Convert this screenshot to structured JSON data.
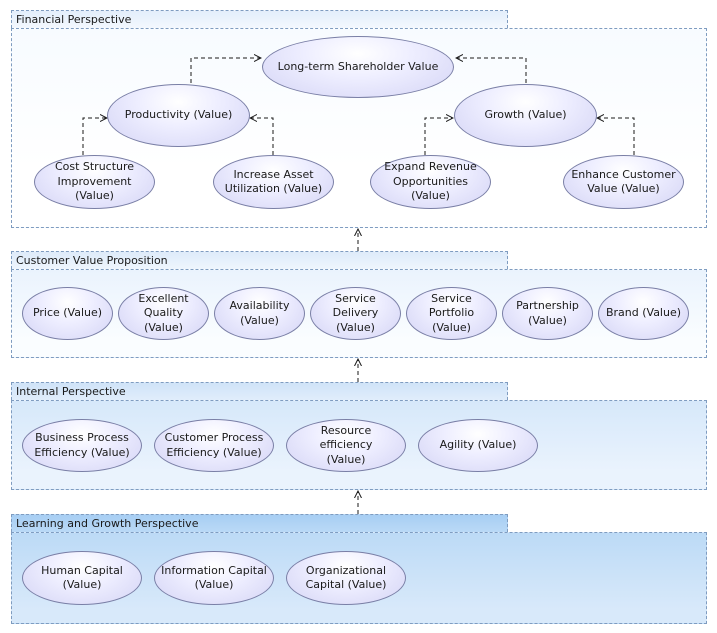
{
  "layers": {
    "financial": {
      "title": "Financial Perspective",
      "nodes": {
        "shareholder": "Long-term Shareholder Value",
        "productivity": "Productivity (Value)",
        "growth": "Growth (Value)",
        "cost": "Cost Structure\nImprovement\n(Value)",
        "asset": "Increase Asset\nUtilization (Value)",
        "revenue": "Expand Revenue\nOpportunities\n(Value)",
        "customer_value": "Enhance Customer\nValue (Value)"
      }
    },
    "customer": {
      "title": "Customer Value Proposition",
      "nodes": {
        "price": "Price (Value)",
        "quality": "Excellent\nQuality (Value)",
        "availability": "Availability\n(Value)",
        "delivery": "Service Delivery\n(Value)",
        "portfolio": "Service\nPortfolio\n(Value)",
        "partnership": "Partnership\n(Value)",
        "brand": "Brand (Value)"
      }
    },
    "internal": {
      "title": "Internal Perspective",
      "nodes": {
        "business": "Business Process\nEfficiency (Value)",
        "customer_process": "Customer Process\nEfficiency (Value)",
        "resource": "Resource efficiency\n(Value)",
        "agility": "Agility (Value)"
      }
    },
    "learning": {
      "title": "Learning and Growth Perspective",
      "nodes": {
        "human": "Human Capital\n(Value)",
        "information": "Information Capital\n(Value)",
        "organizational": "Organizational\nCapital (Value)"
      }
    }
  },
  "colors": {
    "border": "#7f9cc0",
    "ellipse_border": "#7a7fa6",
    "ellipse_fill": "#d4d4f5",
    "arrow": "#1a1a1a"
  }
}
